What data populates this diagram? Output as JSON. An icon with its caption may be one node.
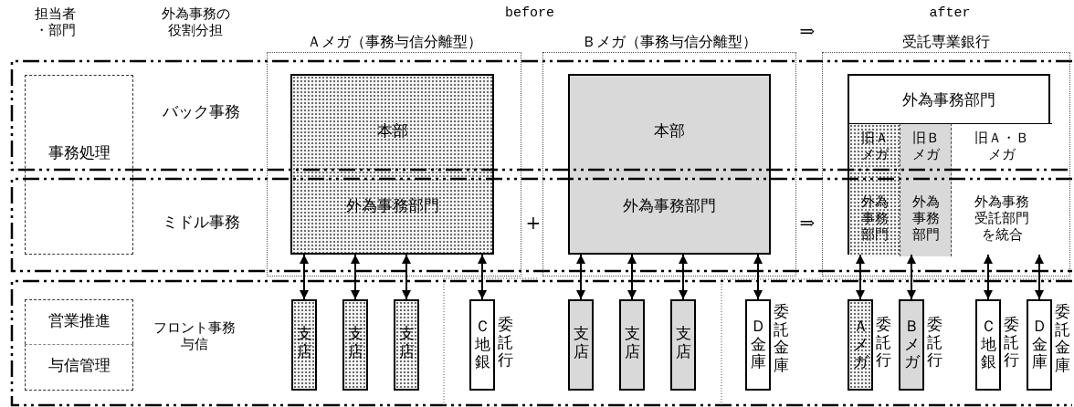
{
  "diagram": {
    "nodes": [
      {
        "text": [
          "Ａメガ（事務与信分離型）"
        ]
      },
      {
        "text": [
          "本部",
          "外為事務部門"
        ],
        "in": 0
      },
      {
        "text": [
          "Ｂメガ（事務与信分離型）"
        ]
      },
      {
        "text": [
          "本部",
          "外為事務部門"
        ],
        "in": 2
      },
      {
        "text": [
          "受託専業銀行"
        ]
      },
      {
        "text": [
          "外為事務部門"
        ],
        "in": 4
      },
      {
        "text": [
          "旧Ａメガ",
          "外為事務部門"
        ],
        "in": 5
      },
      {
        "text": [
          "旧Ｂメガ",
          "外為事務部門"
        ],
        "in": 5
      },
      {
        "text": [
          "旧Ａ・Ｂメガ",
          "外為事務受託部門を統合"
        ],
        "in": 5
      },
      {
        "text": [
          "事務処理"
        ]
      },
      {
        "text": [
          "営業推進"
        ]
      },
      {
        "text": [
          "与信管理"
        ]
      },
      {
        "text": [
          "支店"
        ]
      },
      {
        "text": [
          "支店"
        ]
      },
      {
        "text": [
          "支店"
        ]
      },
      {
        "text": [
          "Ｃ地銀"
        ],
        "beside": [
          "委託行"
        ]
      },
      {
        "text": [
          "支店"
        ]
      },
      {
        "text": [
          "支店"
        ]
      },
      {
        "text": [
          "支店"
        ]
      },
      {
        "text": [
          "Ｄ金庫"
        ],
        "beside": [
          "委託金庫"
        ]
      },
      {
        "text": [
          "Ａメガ"
        ],
        "beside": [
          "委託行"
        ]
      },
      {
        "text": [
          "Ｂメガ"
        ],
        "beside": [
          "委託行"
        ]
      },
      {
        "text": [
          "Ｃ地銀"
        ],
        "beside": [
          "委託行"
        ]
      },
      {
        "text": [
          "Ｄ金庫"
        ],
        "beside": [
          "委託金庫"
        ]
      }
    ],
    "edges": [
      {
        "from": 1,
        "to": 12,
        "arrow": "both"
      },
      {
        "from": 1,
        "to": 13,
        "arrow": "both"
      },
      {
        "from": 1,
        "to": 14,
        "arrow": "both"
      },
      {
        "from": 1,
        "to": 15,
        "arrow": "both"
      },
      {
        "from": 3,
        "to": 16,
        "arrow": "both"
      },
      {
        "from": 3,
        "to": 17,
        "arrow": "both"
      },
      {
        "from": 3,
        "to": 18,
        "arrow": "both"
      },
      {
        "from": 3,
        "to": 19,
        "arrow": "both"
      },
      {
        "from": 6,
        "to": 20,
        "arrow": "both"
      },
      {
        "from": 7,
        "to": 21,
        "arrow": "both"
      },
      {
        "from": 8,
        "to": 22,
        "arrow": "both"
      },
      {
        "from": 8,
        "to": 23,
        "arrow": "both"
      }
    ],
    "labels": [
      "担当者・部門",
      "外為事務の役割分担",
      "before",
      "⇒",
      "after",
      "バック事務",
      "ミドル事務",
      "+",
      "⇒",
      "フロント事務与信"
    ]
  }
}
